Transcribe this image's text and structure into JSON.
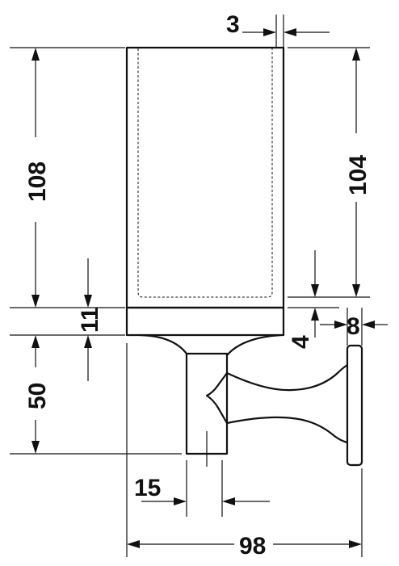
{
  "drawing": {
    "subject": "tumbler holder technical drawing",
    "units": "mm",
    "dimensions": {
      "glass_wall": "3",
      "total_height": "108",
      "inner_height": "104",
      "base_height": "11",
      "inset_depth": "4",
      "plate_thickness": "8",
      "stem_height": "50",
      "stem_width": "15",
      "total_depth": "98"
    }
  }
}
